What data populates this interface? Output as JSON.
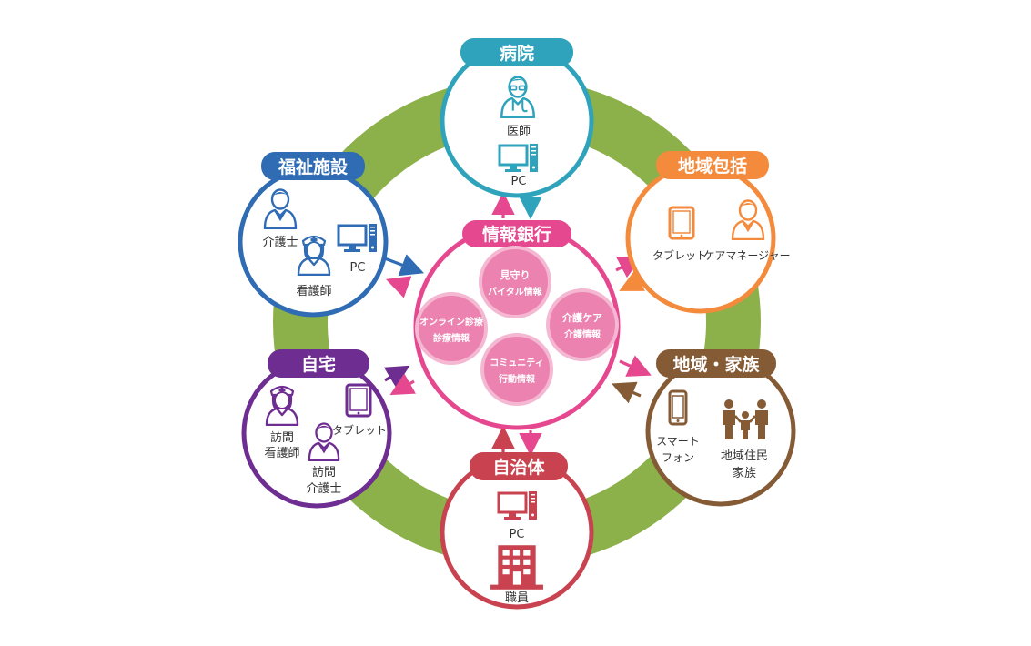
{
  "colors": {
    "ring": "#8cb04a",
    "center": "#e5488f",
    "center_bubble": "#ec82b0",
    "hospital": "#2ea3bb",
    "welfare": "#2f6cb3",
    "community": "#f48a3c",
    "home": "#6e2d91",
    "local": "#855b36",
    "municipal": "#c8424f"
  },
  "center": {
    "title": "情報銀行",
    "bubbles": [
      {
        "line1": "見守り",
        "line2": "バイタル情報"
      },
      {
        "line1": "オンライン診療",
        "line2": "診療情報"
      },
      {
        "line1": "介護ケア",
        "line2": "介護情報"
      },
      {
        "line1": "コミュニティ",
        "line2": "行動情報"
      }
    ]
  },
  "nodes": {
    "hospital": {
      "title": "病院",
      "labels": [
        "医師",
        "PC"
      ]
    },
    "welfare": {
      "title": "福祉施設",
      "labels": [
        "介護士",
        "看護師",
        "PC"
      ]
    },
    "community": {
      "title": "地域包括",
      "labels": [
        "タブレット",
        "ケアマネージャー"
      ]
    },
    "home": {
      "title": "自宅",
      "labels": [
        "訪問",
        "看護師",
        "訪問",
        "介護士",
        "タブレット"
      ]
    },
    "local": {
      "title": "地域・家族",
      "labels": [
        "スマート",
        "フォン",
        "地域住民",
        "家族"
      ]
    },
    "municipal": {
      "title": "自治体",
      "labels": [
        "PC",
        "職員"
      ]
    }
  }
}
